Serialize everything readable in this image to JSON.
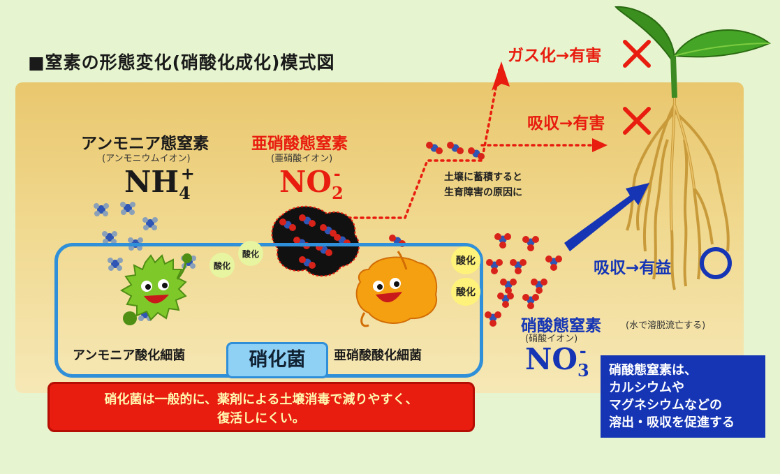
{
  "title": "■窒素の形態変化(硝酸化成化)模式図",
  "ammonium": {
    "name": "アンモニア態窒素",
    "sub": "(アンモニウムイオン)",
    "formula": "NH",
    "subscript": "4",
    "charge": "+"
  },
  "nitrite": {
    "name": "亜硝酸態窒素",
    "sub": "(亜硝酸イオン)",
    "formula": "NO",
    "subscript": "2",
    "charge": "-"
  },
  "nitrate": {
    "name": "硝酸態窒素",
    "note": "(水で溶脱流亡する)",
    "sub": "(硝酸イオン)",
    "formula": "NO",
    "subscript": "3",
    "charge": "-"
  },
  "oxidation_label": "酸化",
  "bacteria": {
    "ammonia_oxidizer": "アンモニア酸化細菌",
    "nitrite_oxidizer": "亜硝酸酸化細菌",
    "group": "硝化菌"
  },
  "accumulation_note": [
    "土壌に蓄積すると",
    "生育障害の原因に"
  ],
  "outcomes": {
    "gas": "ガス化→有害",
    "absorb_harm": "吸収→有害",
    "absorb_benefit": "吸収→有益"
  },
  "red_note": [
    "硝化菌は一般的に、薬剤による土壌消毒で減りやすく、",
    "復活しにくい。"
  ],
  "blue_note": [
    "硝酸態窒素は、",
    "カルシウムや",
    "マグネシウムなどの",
    "溶出・吸収を促進する"
  ],
  "colors": {
    "red": "#e81c0f",
    "blue": "#1535b5",
    "box_blue": "#2f8fd8",
    "panel": "#f0d88e",
    "background": "#e6f5cf"
  }
}
